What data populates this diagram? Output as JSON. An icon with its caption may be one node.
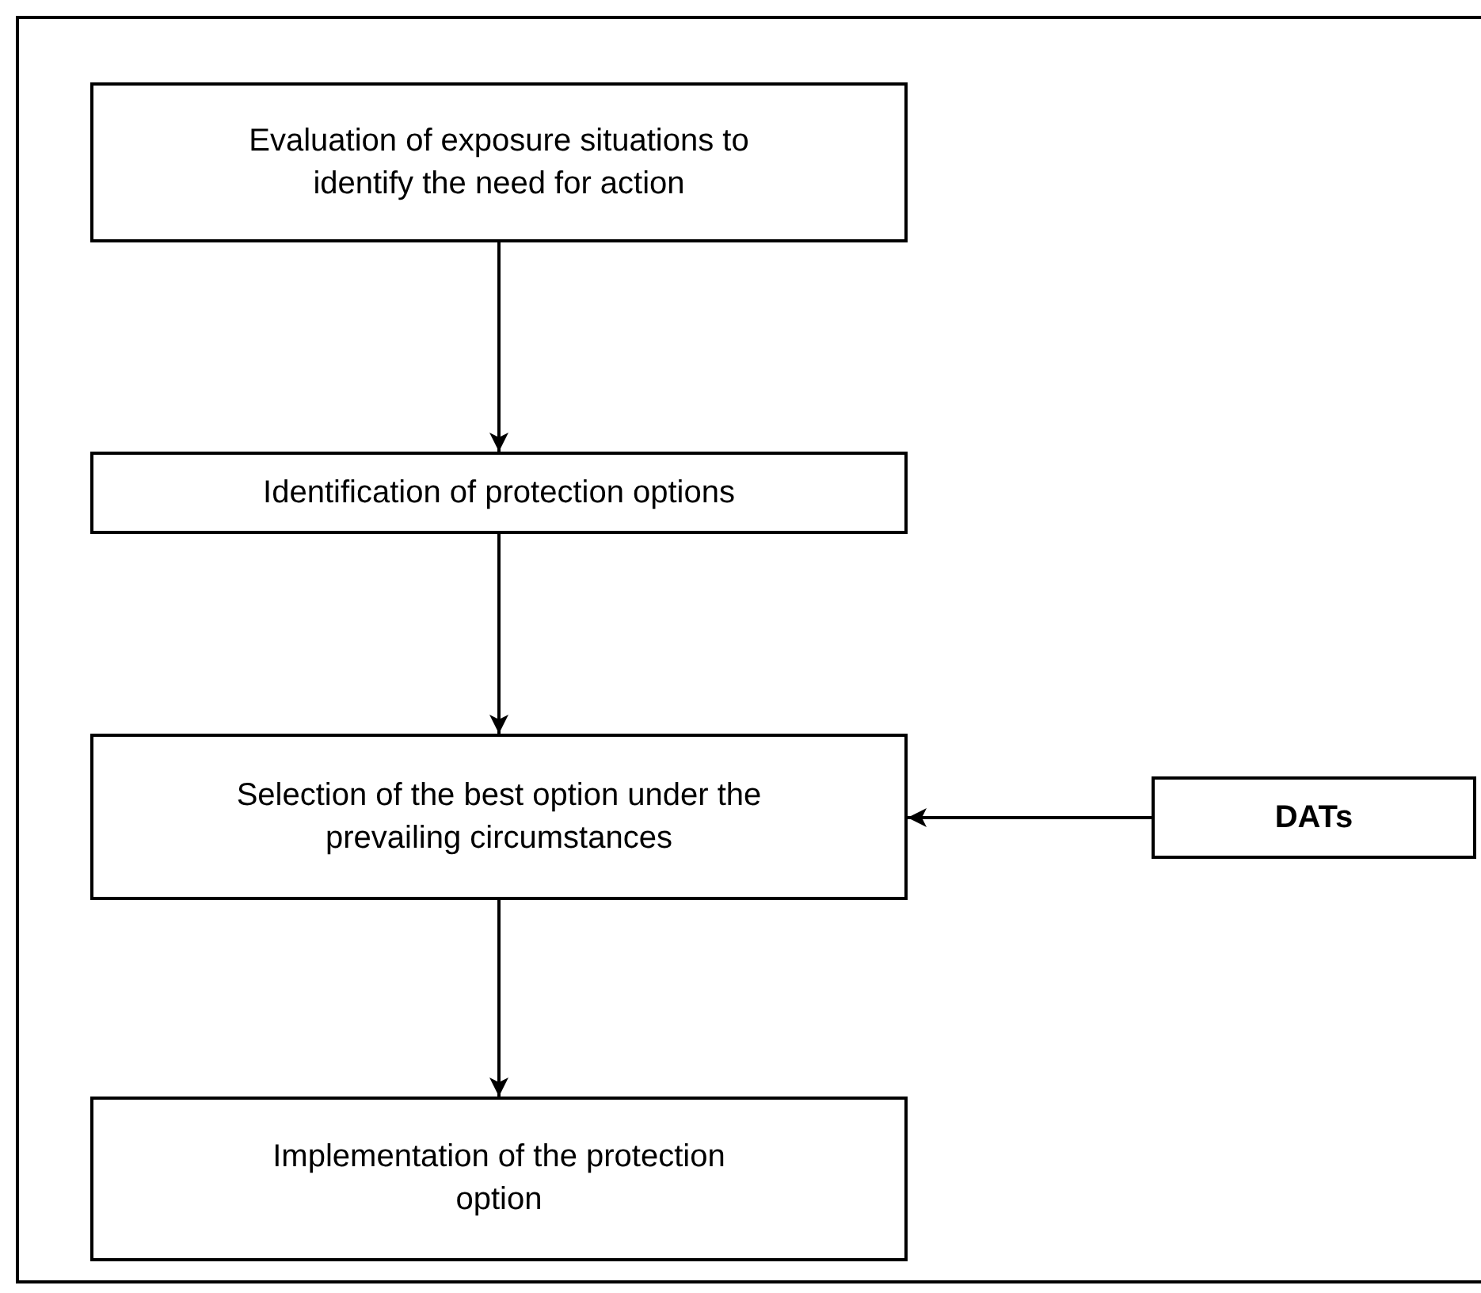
{
  "diagram": {
    "nodes": [
      {
        "text": [
          "Evaluation of exposure situations to identify the need for action"
        ]
      },
      {
        "text": [
          "Identification of protection options"
        ]
      },
      {
        "text": [
          "Selection of the best option under the prevailing circumstances"
        ]
      },
      {
        "text": [
          "DATs"
        ]
      },
      {
        "text": [
          "Implementation of the protection option"
        ]
      }
    ],
    "edges": [
      {
        "from": 0,
        "to": 1,
        "arrow": "to"
      },
      {
        "from": 1,
        "to": 2,
        "arrow": "to"
      },
      {
        "from": 3,
        "to": 2,
        "arrow": "to"
      },
      {
        "from": 2,
        "to": 4,
        "arrow": "to"
      }
    ]
  }
}
